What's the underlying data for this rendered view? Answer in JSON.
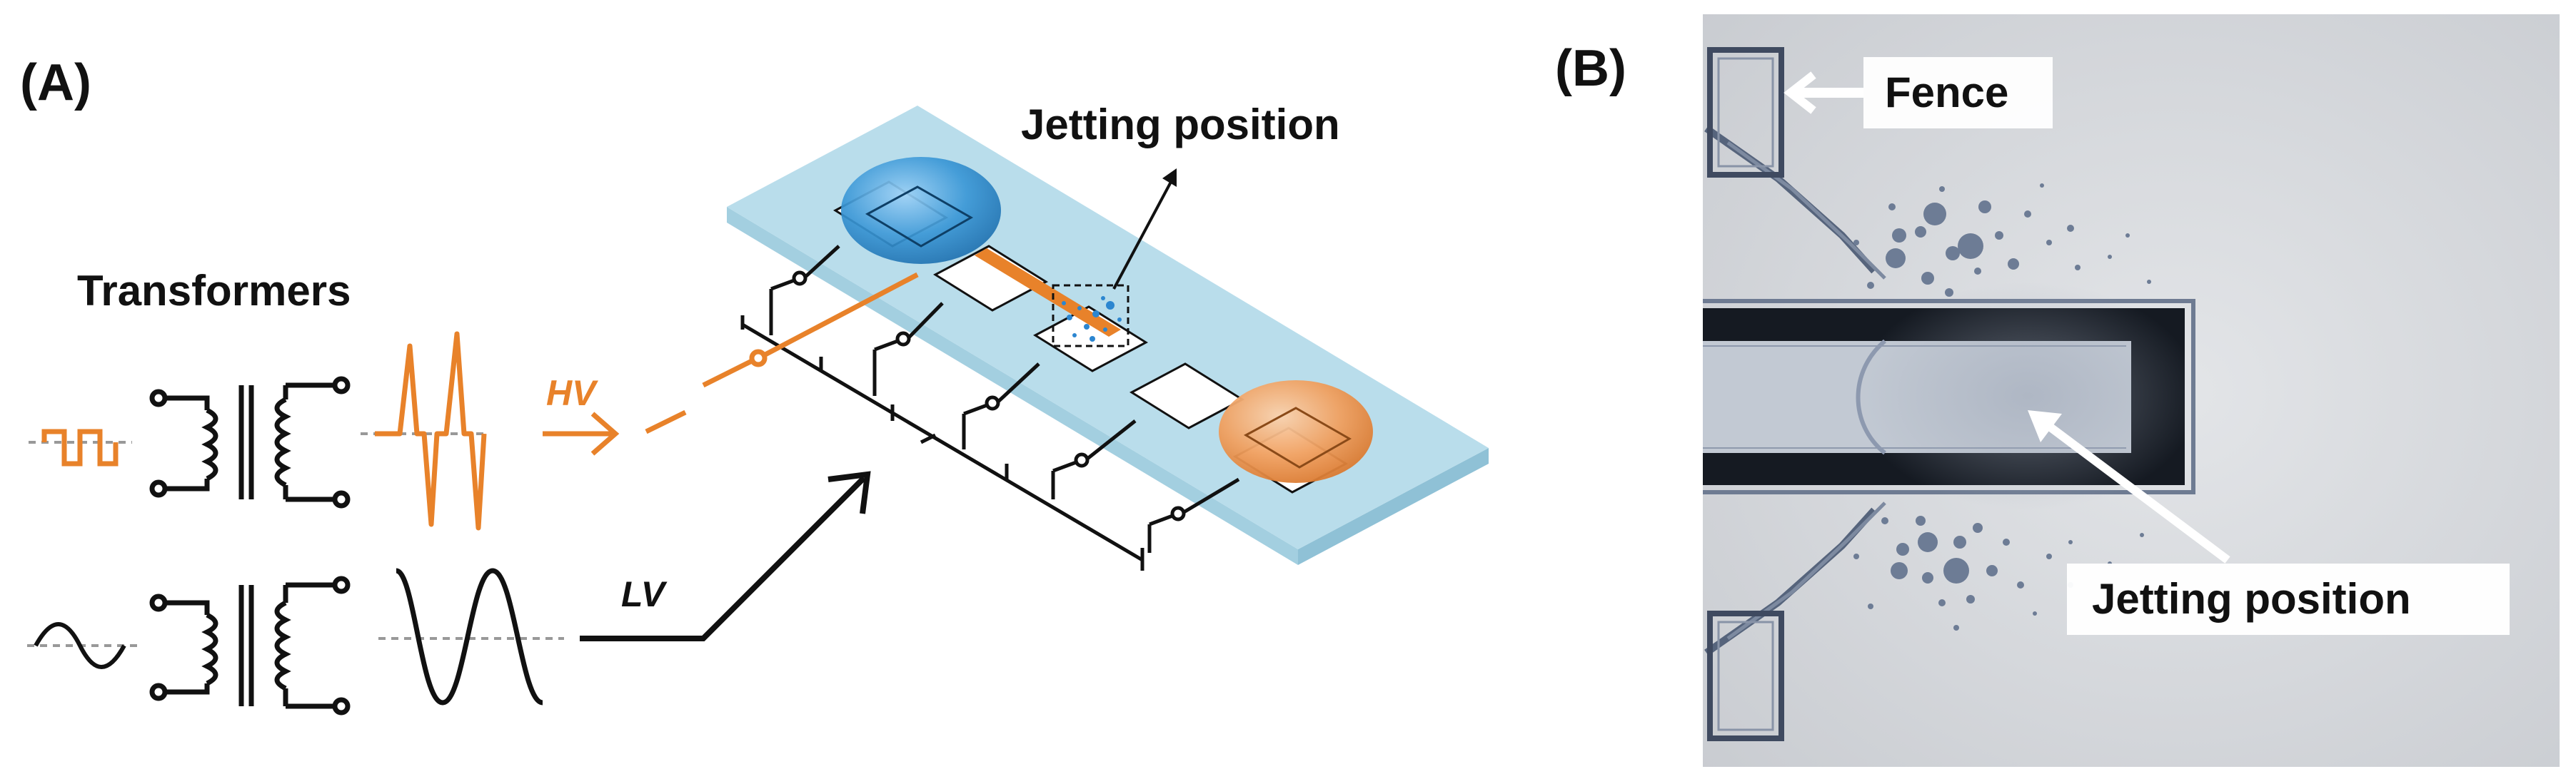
{
  "panel_a": {
    "label": "(A)",
    "transformers_label": "Transformers",
    "hv_label": "HV",
    "lv_label": "LV",
    "jetting_label": "Jetting position"
  },
  "panel_b": {
    "label": "(B)",
    "fence_label": "Fence",
    "jetting_label": "Jetting position"
  },
  "colors": {
    "orange": "#E8822A",
    "black": "#111111",
    "substrate": "#B9DDEB",
    "blue_drop": "#3A97D6",
    "orange_drop": "#F0A060",
    "micro_bg": "#D7D9DC"
  }
}
